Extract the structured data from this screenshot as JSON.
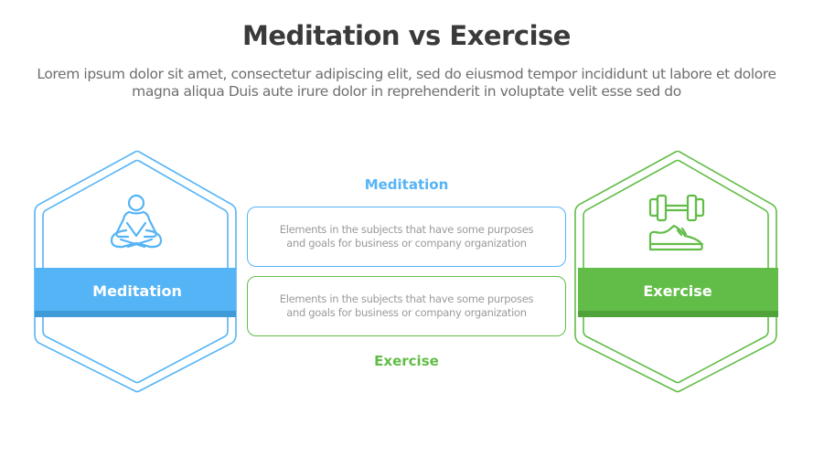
{
  "header": {
    "title": "Meditation vs Exercise",
    "subtitle": "Lorem ipsum dolor sit amet, consectetur adipiscing elit, sed do eiusmod tempor incididunt ut labore et dolore magna aliqua Duis aute irure dolor in reprehenderit in voluptate velit esse sed do"
  },
  "colors": {
    "meditation": "#55b4f6",
    "meditation_dark": "#3f9ad8",
    "exercise": "#62bd48",
    "exercise_dark": "#4fa338",
    "title": "#3a3a3a",
    "body_text": "#9a9a9a"
  },
  "left_hex": {
    "label": "Meditation",
    "icon": "meditation-lotus-icon"
  },
  "right_hex": {
    "label": "Exercise",
    "icon": "dumbbell-shoe-icon"
  },
  "center": {
    "top_label": "Meditation",
    "top_box_text": "Elements in the subjects that have some purposes and goals for business or company organization",
    "bottom_box_text": "Elements in the subjects that have some purposes and goals for business or company organization",
    "bottom_label": "Exercise"
  }
}
